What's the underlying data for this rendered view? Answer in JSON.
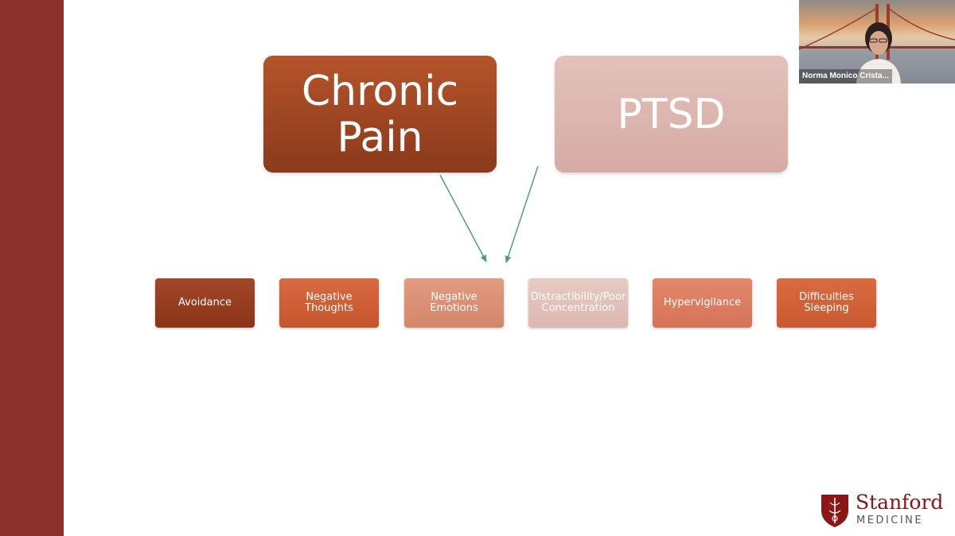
{
  "slide": {
    "top_boxes": [
      {
        "label": "Chronic Pain"
      },
      {
        "label": "PTSD"
      }
    ],
    "symptoms": [
      {
        "label": "Avoidance"
      },
      {
        "label": "Negative Thoughts"
      },
      {
        "label": "Negative Emotions"
      },
      {
        "label": "Distractibility/Poor Concentration"
      },
      {
        "label": "Hypervigilance"
      },
      {
        "label": "Difficulties Sleeping"
      }
    ]
  },
  "video_tile": {
    "participant_name": "Norma Monico Crista..."
  },
  "logo": {
    "line1": "Stanford",
    "line2": "MEDICINE"
  },
  "colors": {
    "sidebar": "#8c302c",
    "arrow": "#4f9e8a",
    "logo_red": "#8c1515"
  }
}
